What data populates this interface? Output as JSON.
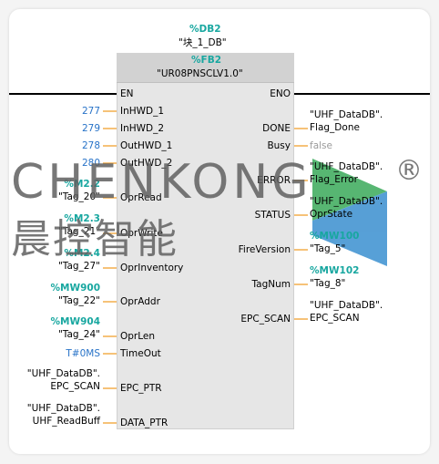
{
  "db": {
    "number": "%DB2",
    "name": "\"块_1_DB\""
  },
  "fb": {
    "number": "%FB2",
    "name": "\"UR08PNSCLV1.0\""
  },
  "pins": {
    "en": "EN",
    "eno": "ENO",
    "inhwd1": "InHWD_1",
    "inhwd2": "InHWD_2",
    "outhwd1": "OutHWD_1",
    "outhwd2": "OutHWD_2",
    "oprread": "OprRead",
    "oprwrite": "OprWrite",
    "oprinventory": "OprInventory",
    "opraddr": "OprAddr",
    "oprlen": "OprLen",
    "timeout": "TimeOut",
    "epcptr": "EPC_PTR",
    "dataptr": "DATA_PTR",
    "done": "DONE",
    "busy": "Busy",
    "error": "ERROR",
    "status": "STATUS",
    "fireversion": "FireVersion",
    "tagnum": "TagNum",
    "epcscan": "EPC_SCAN"
  },
  "inputs": {
    "inhwd1": "277",
    "inhwd2": "279",
    "outhwd1": "278",
    "outhwd2": "280",
    "oprread_addr": "%M2.2",
    "oprread_tag": "\"Tag_20\"",
    "oprwrite_addr": "%M2.3",
    "oprwrite_tag": "\"Tag_21\"",
    "oprinv_addr": "%M2.4",
    "oprinv_tag": "\"Tag_27\"",
    "opraddr_addr": "%MW900",
    "opraddr_tag": "\"Tag_22\"",
    "oprlen_addr": "%MW904",
    "oprlen_tag": "\"Tag_24\"",
    "timeout": "T#0MS",
    "epcptr_line1": "\"UHF_DataDB\".",
    "epcptr_line2": "EPC_SCAN",
    "dataptr_line1": "\"UHF_DataDB\".",
    "dataptr_line2": "UHF_ReadBuff"
  },
  "outputs": {
    "done_line1": "\"UHF_DataDB\".",
    "done_line2": "Flag_Done",
    "busy": "false",
    "error_line1": "\"UHF_DataDB\".",
    "error_line2": "Flag_Error",
    "status_line1": "\"UHF_DataDB\".",
    "status_line2": "OprState",
    "fw_addr": "%MW100",
    "fw_tag": "\"Tag_5\"",
    "tagnum_addr": "%MW102",
    "tagnum_tag": "\"Tag_8\"",
    "epc_line1": "\"UHF_DataDB\".",
    "epc_line2": "EPC_SCAN"
  },
  "watermark": {
    "word": "CHENKONG",
    "chinese": "晨控智能",
    "reg": "®"
  },
  "colors": {
    "teal": "#18a7a0",
    "blue": "#2873c8",
    "wire": "#f0a030",
    "block": "#e6e6e6"
  }
}
